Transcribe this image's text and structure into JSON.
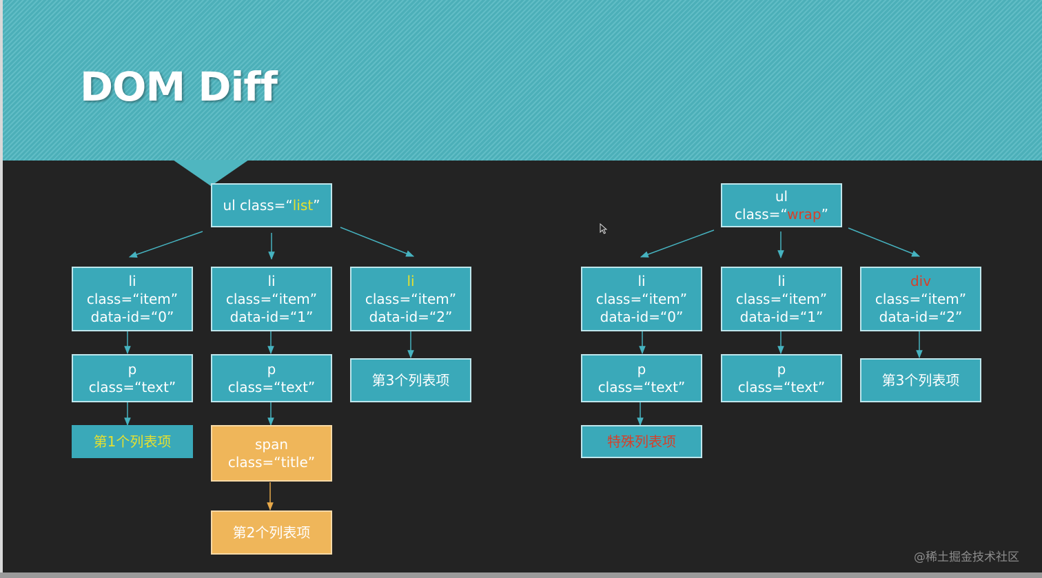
{
  "title": "DOM Diff",
  "watermark": "@稀土掘金技术社区",
  "colors": {
    "header": "#4fb6c0",
    "background": "#232323",
    "node_fill": "#3aa9b9",
    "node_orange": "#efb65a",
    "highlight_yellow": "#e6e02f",
    "highlight_red": "#d6402a"
  },
  "old_tree": {
    "root": {
      "prefix": "ul class=“",
      "value": "list",
      "suffix": "”"
    },
    "items": [
      {
        "tag": "li",
        "class_line": "class=“item”",
        "id_line": "data-id=“0”"
      },
      {
        "tag": "li",
        "class_line": "class=“item”",
        "id_line": "data-id=“1”"
      },
      {
        "tag": "li",
        "class_line": "class=“item”",
        "id_line": "data-id=“2”"
      }
    ],
    "p_nodes": [
      {
        "tag": "p",
        "class_line": "class=“text”"
      },
      {
        "tag": "p",
        "class_line": "class=“text”"
      }
    ],
    "span": {
      "tag": "span",
      "class_line": "class=“title”"
    },
    "texts": [
      "第1个列表项",
      "第2个列表项",
      "第3个列表项"
    ]
  },
  "new_tree": {
    "root": {
      "tag": "ul",
      "prefix": "class=“",
      "value": "wrap",
      "suffix": "”"
    },
    "items": [
      {
        "tag": "li",
        "class_line": "class=“item”",
        "id_line": "data-id=“0”"
      },
      {
        "tag": "li",
        "class_line": "class=“item”",
        "id_line": "data-id=“1”"
      },
      {
        "tag": "div",
        "class_line": "class=“item”",
        "id_line": "data-id=“2”"
      }
    ],
    "p_nodes": [
      {
        "tag": "p",
        "class_line": "class=“text”"
      },
      {
        "tag": "p",
        "class_line": "class=“text”"
      }
    ],
    "texts": [
      "特殊列表项",
      "第3个列表项"
    ]
  }
}
